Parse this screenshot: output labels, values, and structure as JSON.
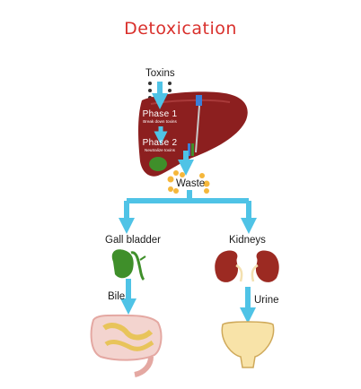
{
  "title": "Detoxication",
  "labels": {
    "toxins": "Toxins",
    "phase1": "Phase 1",
    "phase1_sub": "Break down toxins",
    "phase2": "Phase 2",
    "phase2_sub": "Neutralize toxins",
    "waste": "Waste",
    "gall_bladder": "Gall bladder",
    "kidneys": "Kidneys",
    "bile": "Bile",
    "urine": "Urine"
  },
  "colors": {
    "title": "#d9302c",
    "arrow": "#4fc3e6",
    "liver": "#8c1f1f",
    "gall_bladder": "#3f8f2a",
    "kidney": "#9c2a22",
    "waste_dots": "#f5b73b",
    "intestine": "#f3d4cf",
    "bladder": "#f8e3a8"
  },
  "icons": [
    "liver-icon",
    "gall-bladder-icon",
    "kidneys-icon",
    "intestines-icon",
    "urinary-bladder-icon"
  ]
}
